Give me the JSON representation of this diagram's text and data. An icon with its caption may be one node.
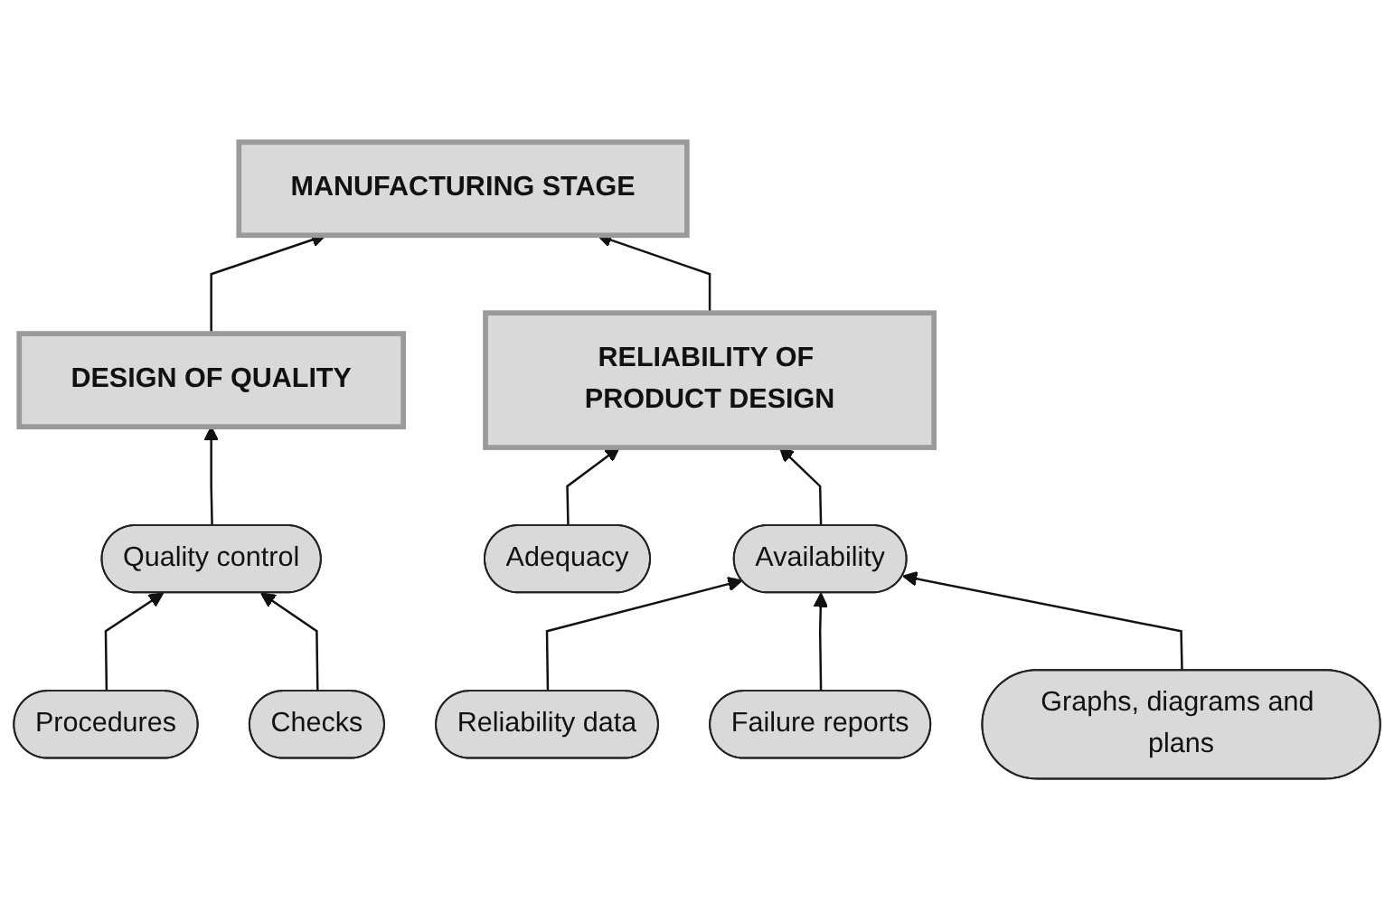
{
  "diagram": {
    "nodes": [
      {
        "text": [
          "MANUFACTURING STAGE"
        ]
      },
      {
        "text": [
          "DESIGN OF QUALITY"
        ]
      },
      {
        "text": [
          "RELIABILITY OF PRODUCT DESIGN"
        ]
      },
      {
        "text": [
          "Quality control"
        ]
      },
      {
        "text": [
          "Procedures"
        ]
      },
      {
        "text": [
          "Checks"
        ]
      },
      {
        "text": [
          "Adequacy"
        ]
      },
      {
        "text": [
          "Availability"
        ]
      },
      {
        "text": [
          "Reliability data"
        ]
      },
      {
        "text": [
          "Failure reports"
        ]
      },
      {
        "text": [
          "Graphs, diagrams and plans"
        ]
      }
    ],
    "edges": [
      {
        "from": 1,
        "to": 0,
        "arrow": "to"
      },
      {
        "from": 2,
        "to": 0,
        "arrow": "to"
      },
      {
        "from": 3,
        "to": 1,
        "arrow": "to"
      },
      {
        "from": 4,
        "to": 3,
        "arrow": "to"
      },
      {
        "from": 5,
        "to": 3,
        "arrow": "to"
      },
      {
        "from": 6,
        "to": 2,
        "arrow": "to"
      },
      {
        "from": 7,
        "to": 2,
        "arrow": "to"
      },
      {
        "from": 8,
        "to": 7,
        "arrow": "to"
      },
      {
        "from": 9,
        "to": 7,
        "arrow": "to"
      },
      {
        "from": 10,
        "to": 7,
        "arrow": "to"
      }
    ]
  }
}
